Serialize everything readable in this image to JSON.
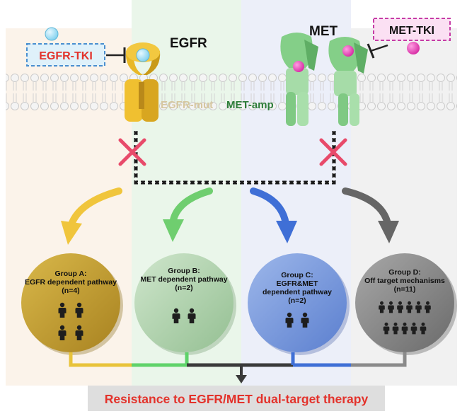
{
  "labels": {
    "egfr": "EGFR",
    "met": "MET",
    "egfr_tki": "EGFR-TKI",
    "met_tki": "MET-TKI",
    "egfr_mut": "EGFR-mut",
    "met_amp": "MET-amp"
  },
  "groups": [
    {
      "line1": "Group A:",
      "line2": "EGFR dependent pathway",
      "line3": "",
      "count": "(n=4)",
      "people": 4,
      "color": "#c9a233"
    },
    {
      "line1": "Group B:",
      "line2": "MET dependent pathway",
      "line3": "",
      "count": "(n=2)",
      "people": 2,
      "color": "#b3d4b0"
    },
    {
      "line1": "Group C:",
      "line2": "EGFR&MET",
      "line3": "dependent pathway",
      "count": "(n=2)",
      "people": 2,
      "color": "#7d9edb"
    },
    {
      "line1": "Group D:",
      "line2": "Off target mechanisms",
      "line3": "",
      "count": "(n=11)",
      "people": 11,
      "color": "#8c8c8c"
    }
  ],
  "result": "Resistance to EGFR/MET dual-target therapy",
  "colors": {
    "egfr_gold": "#e8b826",
    "met_green": "#7fcf84",
    "tki_red": "#e3322b",
    "arrow_yellow": "#f0c53c",
    "arrow_green": "#6fce6f",
    "arrow_blue": "#3f6fd6",
    "arrow_gray": "#666666"
  }
}
